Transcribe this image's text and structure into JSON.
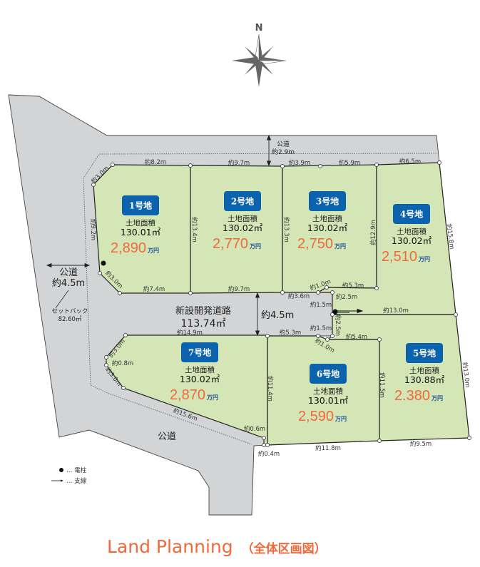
{
  "compass": {
    "label": "N",
    "icon": "compass-rose-icon"
  },
  "colors": {
    "lot": "#d4e6b5",
    "road": "#d3d4d6",
    "price": "#ef6a3a",
    "badge": "#0b62ad"
  },
  "roads": {
    "north_road": {
      "name": "公道",
      "width": "約2.9m"
    },
    "west_road": {
      "name": "公道",
      "width": "約4.5m"
    },
    "setback": {
      "label": "セットバック",
      "area": "82.60㎡"
    },
    "new_road": {
      "name": "新設開発道路",
      "area": "113.74㎡",
      "width": "約4.5m"
    },
    "south_road": {
      "name": "公道"
    }
  },
  "lots": [
    {
      "name": "1号地",
      "area_label": "土地面積",
      "area": "130.01㎡",
      "price": "2,890",
      "unit": "万円"
    },
    {
      "name": "2号地",
      "area_label": "土地面積",
      "area": "130.02㎡",
      "price": "2,770",
      "unit": "万円"
    },
    {
      "name": "3号地",
      "area_label": "土地面積",
      "area": "130.02㎡",
      "price": "2,750",
      "unit": "万円"
    },
    {
      "name": "4号地",
      "area_label": "土地面積",
      "area": "130.02㎡",
      "price": "2,510",
      "unit": "万円"
    },
    {
      "name": "5号地",
      "area_label": "土地面積",
      "area": "130.88㎡",
      "price": "2.380",
      "unit": "万円"
    },
    {
      "name": "6号地",
      "area_label": "土地面積",
      "area": "130.01㎡",
      "price": "2,590",
      "unit": "万円"
    },
    {
      "name": "7号地",
      "area_label": "土地面積",
      "area": "130.02㎡",
      "price": "2,870",
      "unit": "万円"
    }
  ],
  "dims": [
    "約8.2m",
    "約9.7m",
    "約3.9m",
    "約5.9m",
    "約6.5m",
    "約3.0m",
    "約9.2m",
    "約13.4m",
    "約13.3m",
    "約12.9m",
    "約15.8m",
    "約3.0m",
    "約7.4m",
    "約9.7m",
    "約3.6m",
    "約1.0m",
    "約5.3m",
    "約2.5m",
    "約1.5m",
    "約13.0m",
    "約2.5m",
    "約1.5m",
    "約1.0m",
    "約5.3m",
    "約5.4m",
    "約14.9m",
    "約3.0m",
    "約0.8m",
    "約3.0m",
    "約15.6m",
    "約0.6m",
    "約0.4m",
    "約11.8m",
    "約9.5m",
    "約11.4m",
    "約11.5m",
    "約13.0m"
  ],
  "legend": [
    {
      "symbol": "utility-pole",
      "text": "… 電柱"
    },
    {
      "symbol": "guy-wire",
      "text": "… 支線"
    }
  ],
  "title": {
    "main": "Land Planning",
    "sub": "（全体区画図）"
  }
}
